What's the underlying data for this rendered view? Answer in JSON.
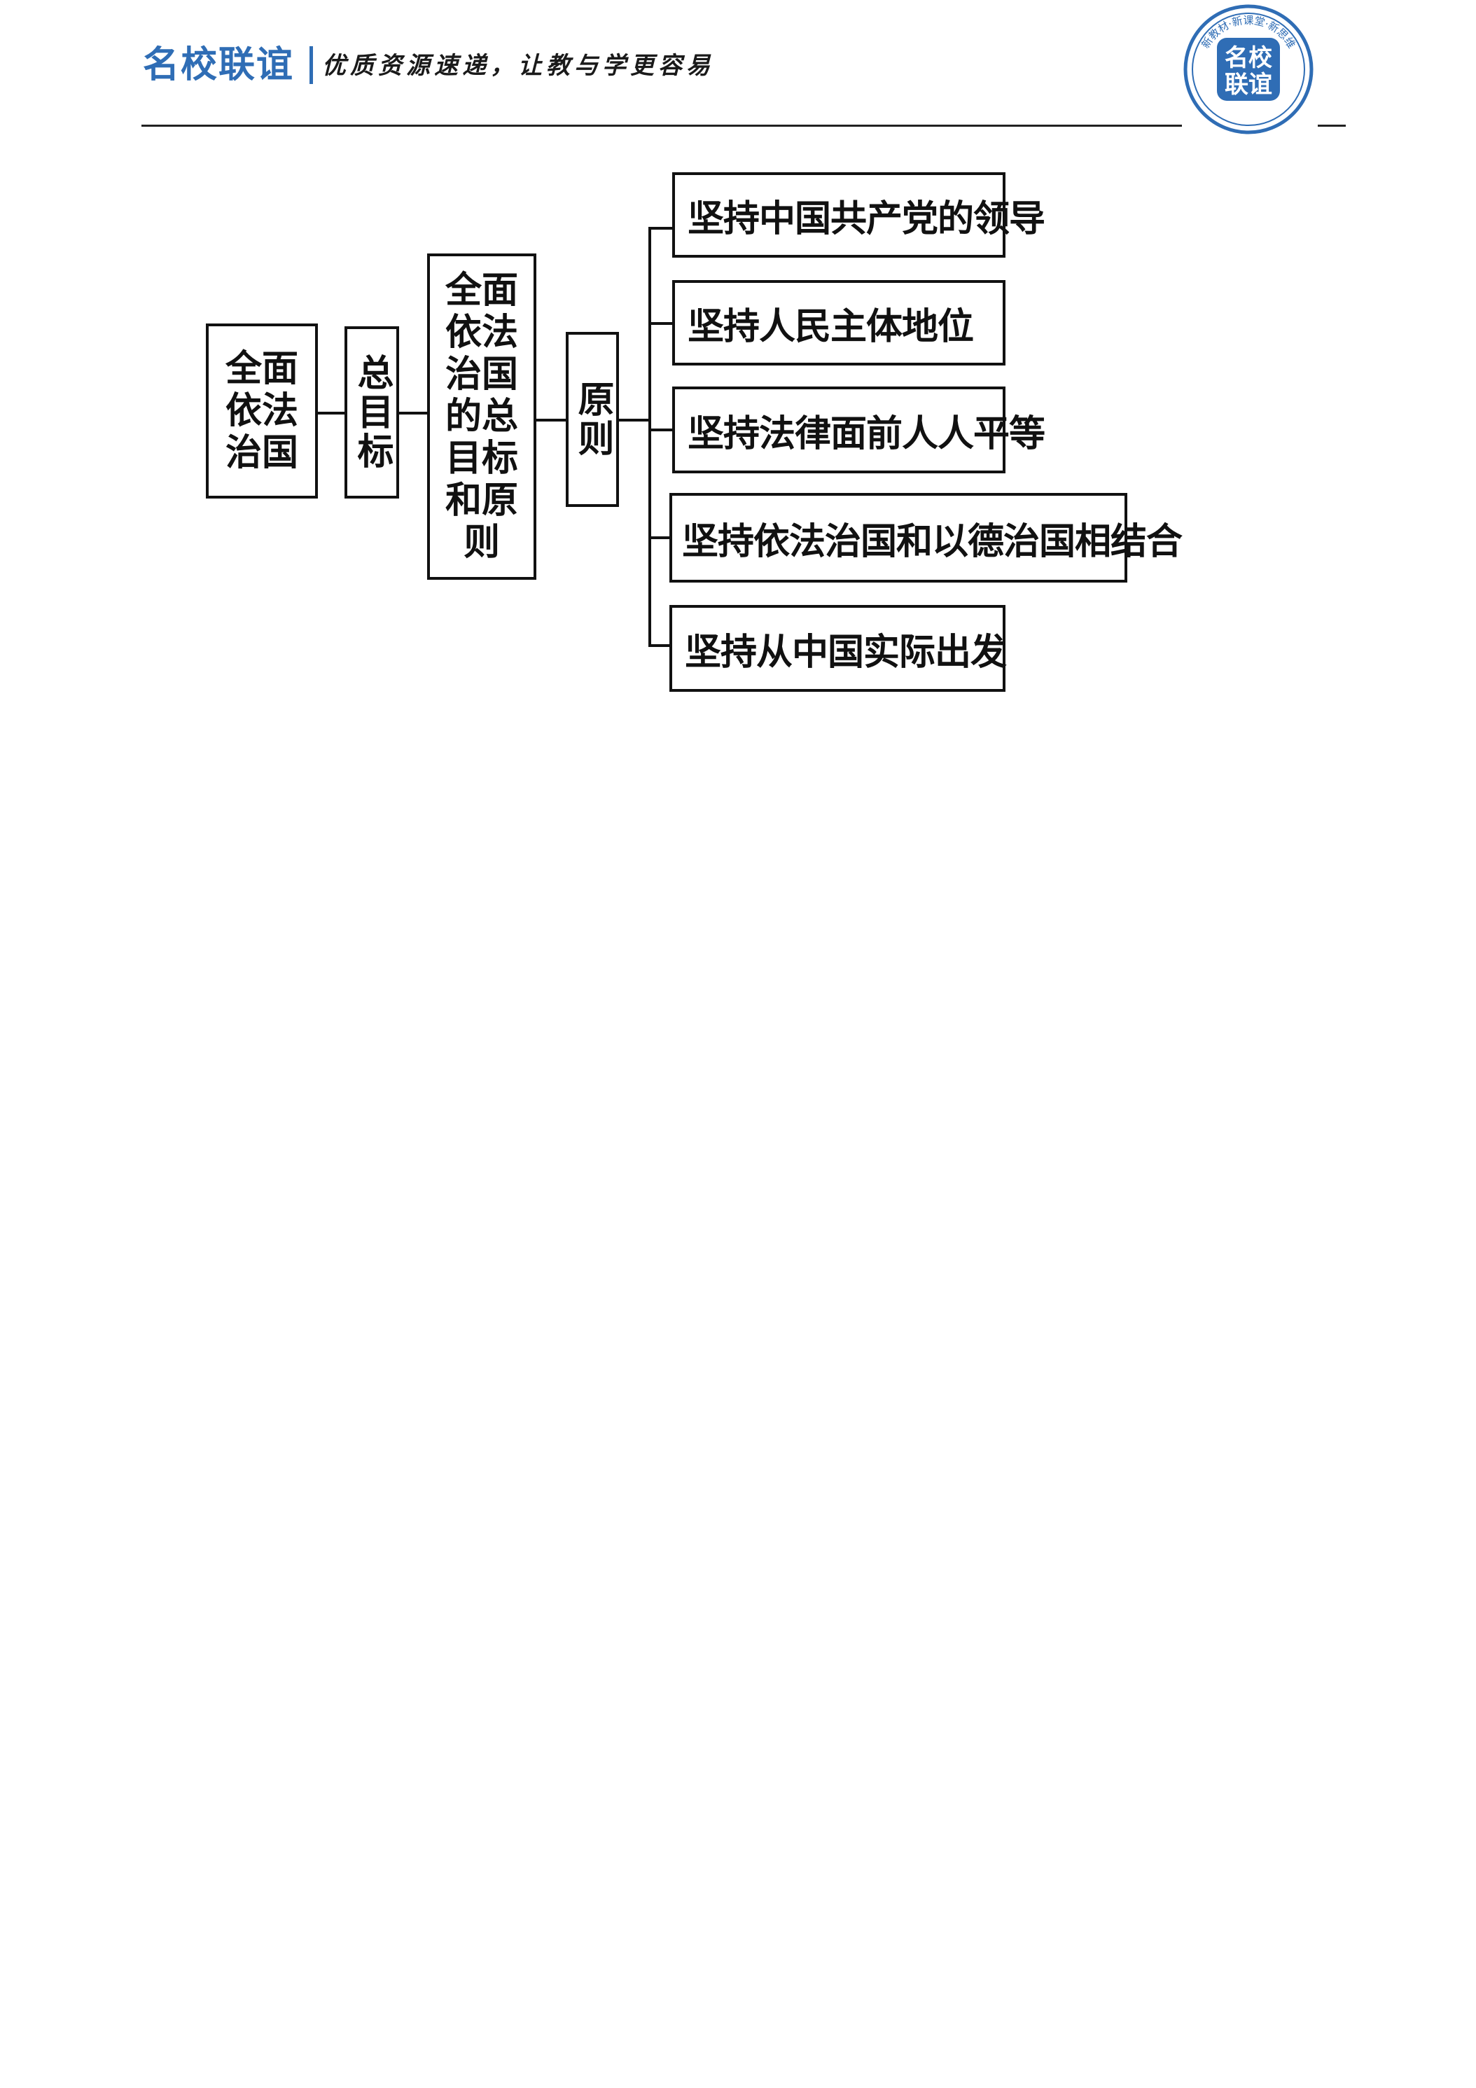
{
  "header": {
    "brand": "名校联谊",
    "slogan": "优质资源速递，让教与学更容易",
    "seal": {
      "center_text": "名校联谊",
      "ring_text": "新教材·新课堂·新思维",
      "color": "#2f6db5"
    }
  },
  "diagram": {
    "root": "全面依法治国",
    "goal_label": "总目标",
    "goal": "全面依法治国的总目标和原则",
    "principles_label": "原则",
    "principles": [
      "坚持中国共产党的领导",
      "坚持人民主体地位",
      "坚持法律面前人人平等",
      "坚持依法治国和以德治国相结合",
      "坚持从中国实际出发"
    ]
  }
}
